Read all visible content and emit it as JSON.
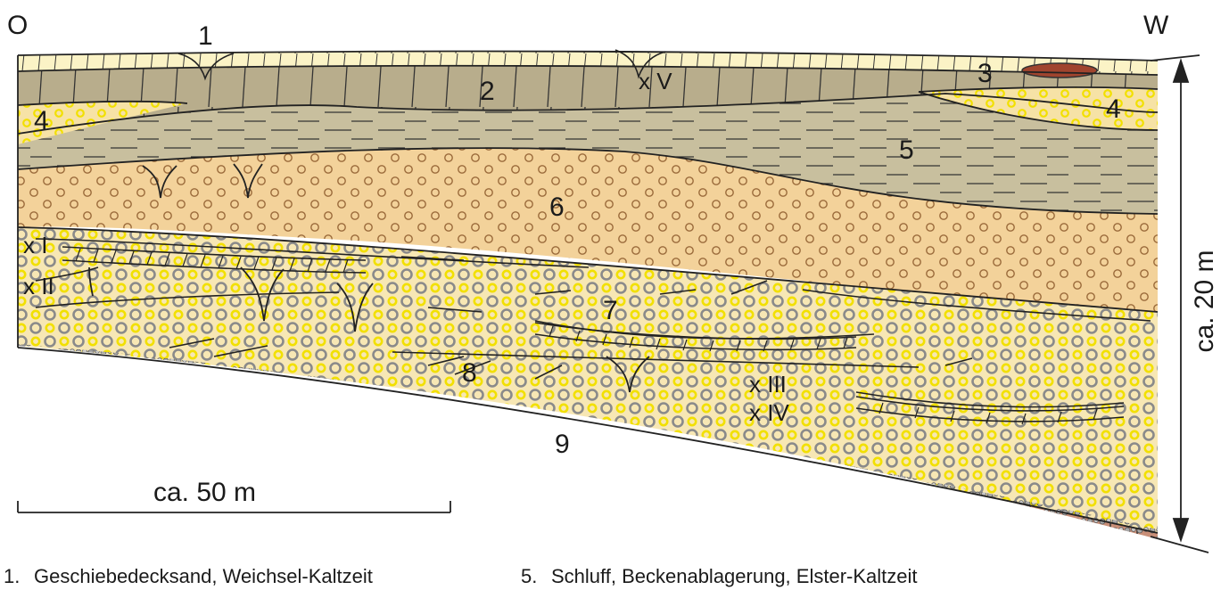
{
  "orientation": {
    "left": "O",
    "right": "W"
  },
  "layer_numbers": [
    "1",
    "2",
    "3",
    "4",
    "4",
    "5",
    "6",
    "7",
    "8",
    "9"
  ],
  "markers": [
    "x V",
    "x I",
    "x II",
    "x III",
    "x IV"
  ],
  "scale": {
    "horizontal": "ca. 50 m",
    "vertical": "ca. 20 m"
  },
  "legend": [
    {
      "number": "1.",
      "text": "Geschiebedecksand, Weichsel-Kaltzeit"
    },
    {
      "number": "5.",
      "text": "Schluff, Beckenablagerung, Elster-Kaltzeit"
    }
  ],
  "colors": {
    "layer1_sand": "#fbf3c6",
    "layer2_silt": "#b8ad8c",
    "layer3_lens": "#a0442e",
    "layer4_sand": "#f6e2a6",
    "layer5_silt": "#c8bf9e",
    "layer6_gravel": "#f3d29a",
    "layer7_sand_gravel": "#f7e7b4",
    "layer9_bedrock": "#c98f78",
    "gravel_grey": "#8a8a8a",
    "gravel_yellow": "#f2e000",
    "pebble_brown": "#9a6a3a"
  }
}
